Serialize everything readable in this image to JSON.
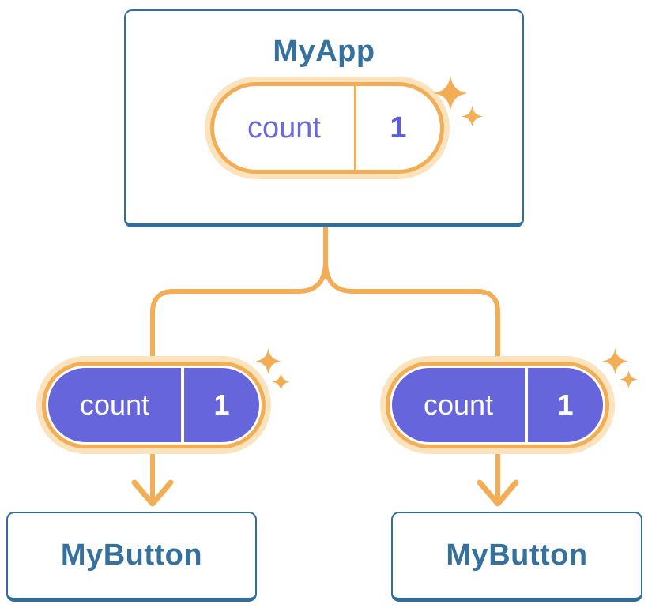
{
  "diagram": {
    "description": "React component tree passing state down as props",
    "root": {
      "title": "MyApp",
      "state": {
        "name": "count",
        "value": "1"
      }
    },
    "children": [
      {
        "title": "MyButton",
        "prop": {
          "name": "count",
          "value": "1"
        }
      },
      {
        "title": "MyButton",
        "prop": {
          "name": "count",
          "value": "1"
        }
      }
    ],
    "colors": {
      "background": "#FFFFFF",
      "card_border_blue": "#2E6F9E",
      "title_text_blue": "#35719F",
      "amber_line": "#F3AE55",
      "halo_cream": "#FBE3BD",
      "purple_fill": "#6765DB",
      "purple_name_text": "#6B6AD8",
      "purple_value_text": "#5F5DD3",
      "pill_text_white": "#FFFFFF"
    }
  }
}
